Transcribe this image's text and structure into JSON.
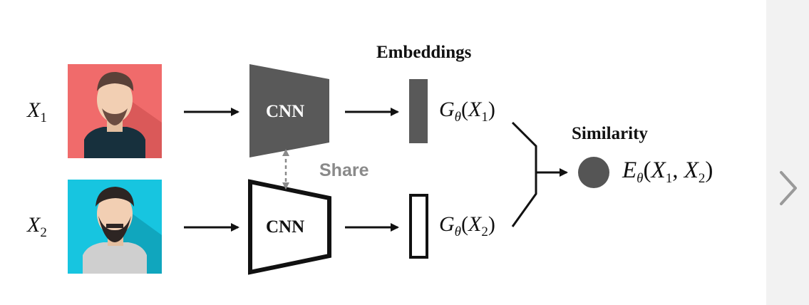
{
  "diagram": {
    "inputs": {
      "x1_base": "X",
      "x1_sub": "1",
      "x2_base": "X",
      "x2_sub": "2"
    },
    "cnn": {
      "top_label": "CNN",
      "bottom_label": "CNN",
      "share_label": "Share"
    },
    "embeddings": {
      "title": "Embeddings",
      "g1": {
        "func": "G",
        "sub": "θ",
        "open": "(",
        "arg": "X",
        "arg_sub": "1",
        "close": ")"
      },
      "g2": {
        "func": "G",
        "sub": "θ",
        "open": "(",
        "arg": "X",
        "arg_sub": "2",
        "close": ")"
      }
    },
    "similarity": {
      "title": "Similarity",
      "func": "E",
      "sub": "θ",
      "open": "(",
      "arg1": "X",
      "arg1_sub": "1",
      "comma": ", ",
      "arg2": "X",
      "arg2_sub": "2",
      "close": ")"
    },
    "colors": {
      "avatar1_bg": "#f06b6b",
      "avatar2_bg": "#17c5e0",
      "cnn_top_fill": "#595959",
      "embedding_top_fill": "#595959",
      "similarity_dot": "#555555",
      "share_text": "#8a8a8a"
    },
    "icons": {
      "avatar1": "man-avatar-icon",
      "avatar2": "bearded-man-avatar-icon",
      "next": "chevron-right-icon"
    }
  }
}
